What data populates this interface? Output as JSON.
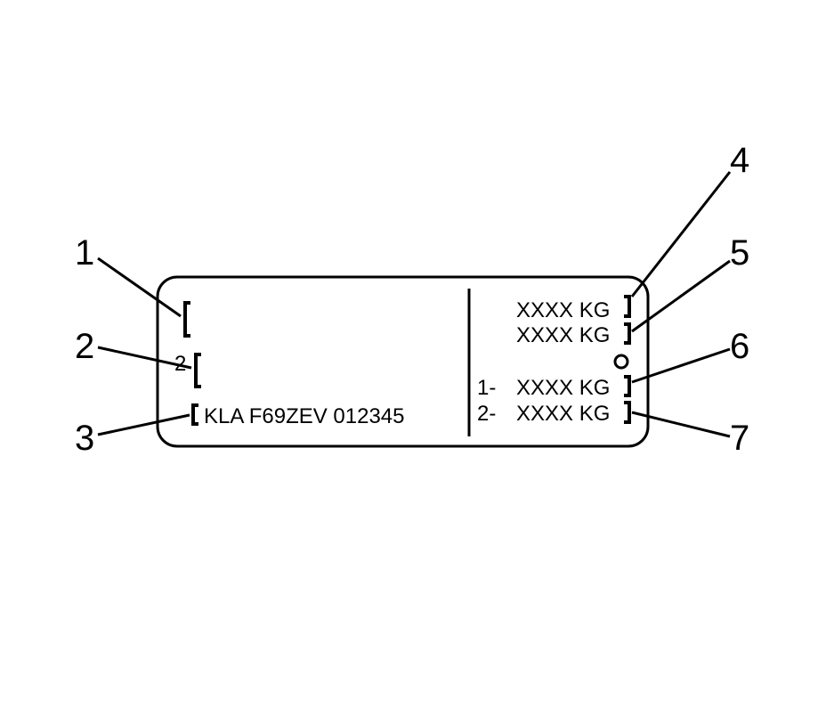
{
  "plate": {
    "vin_line": "KLA F69ZEV 012345",
    "weights": {
      "gvwr": "XXXX KG",
      "gcwr": "XXXX KG",
      "symbol": "O",
      "axle1_prefix": "1-",
      "axle1": "XXXX KG",
      "axle2_prefix": "2-",
      "axle2": "XXXX KG"
    },
    "partial_glyph": "2"
  },
  "callouts": [
    "1",
    "2",
    "3",
    "4",
    "5",
    "6",
    "7"
  ]
}
